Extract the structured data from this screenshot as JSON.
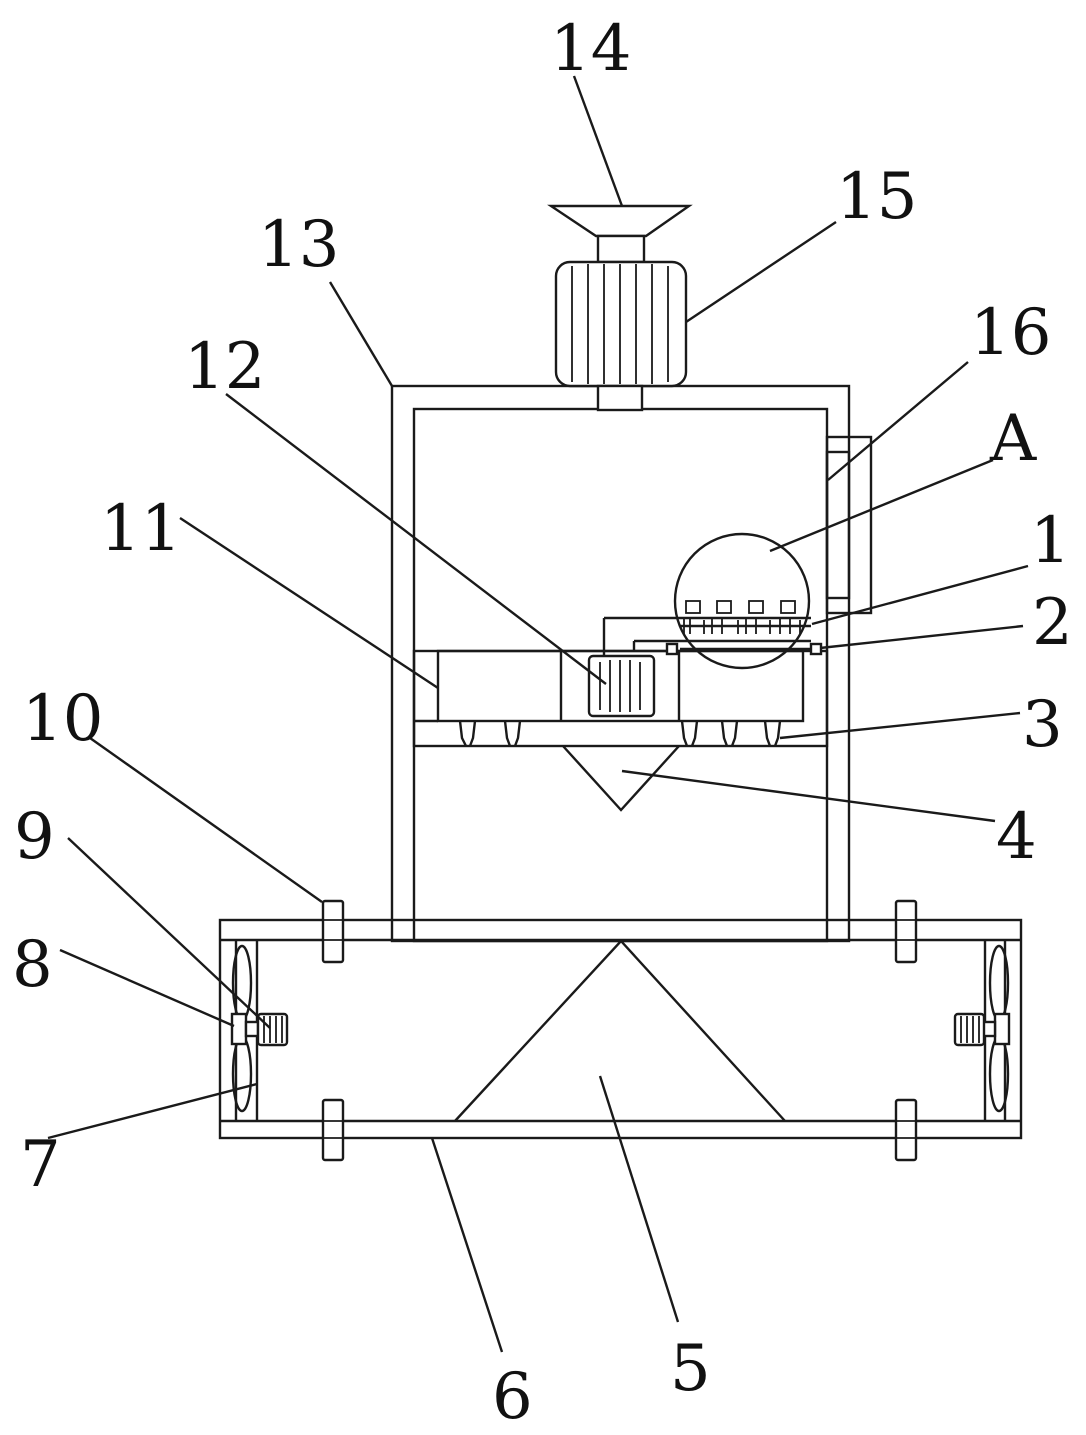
{
  "labels": {
    "l1": "1",
    "l2": "2",
    "l3": "3",
    "l4": "4",
    "l5": "5",
    "l6": "6",
    "l7": "7",
    "l8": "8",
    "l9": "9",
    "l10": "10",
    "l11": "11",
    "l12": "12",
    "l13": "13",
    "l14": "14",
    "l15": "15",
    "l16": "16",
    "lA": "A"
  }
}
